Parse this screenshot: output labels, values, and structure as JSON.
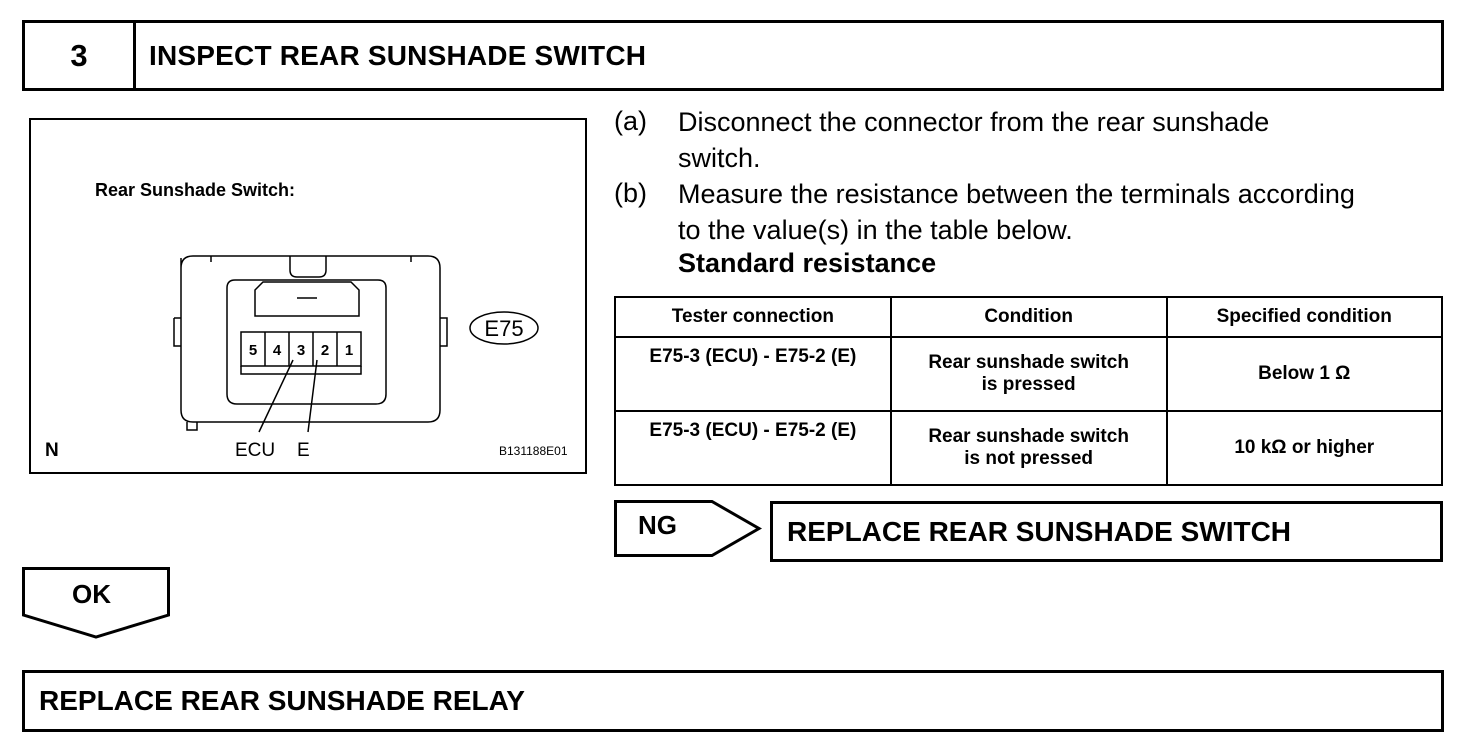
{
  "step": {
    "number": "3",
    "title": "INSPECT REAR SUNSHADE SWITCH"
  },
  "illustration": {
    "caption": "Rear Sunshade Switch:",
    "connector_id": "E75",
    "pin_labels": [
      "5",
      "4",
      "3",
      "2",
      "1"
    ],
    "callout_ecu": "ECU",
    "callout_e": "E",
    "ref_letter": "N",
    "figure_code": "B131188E01"
  },
  "instructions": [
    {
      "letter": "(a)",
      "lines": [
        "Disconnect the connector from the rear sunshade",
        "switch."
      ]
    },
    {
      "letter": "(b)",
      "lines": [
        "Measure the resistance between the terminals according",
        "to the value(s) in the table below."
      ]
    }
  ],
  "standard_label": "Standard resistance",
  "table": {
    "headers": [
      "Tester connection",
      "Condition",
      "Specified condition"
    ],
    "rows": [
      {
        "connection": "E75-3 (ECU) - E75-2 (E)",
        "condition_1": "Rear sunshade switch",
        "condition_2": "is pressed",
        "spec": "Below 1 Ω"
      },
      {
        "connection": "E75-3 (ECU) - E75-2 (E)",
        "condition_1": "Rear sunshade switch",
        "condition_2": "is not pressed",
        "spec": "10 kΩ or higher"
      }
    ]
  },
  "ng": {
    "label": "NG",
    "action": "REPLACE REAR SUNSHADE SWITCH"
  },
  "ok": {
    "label": "OK"
  },
  "final_action": "REPLACE REAR SUNSHADE RELAY"
}
